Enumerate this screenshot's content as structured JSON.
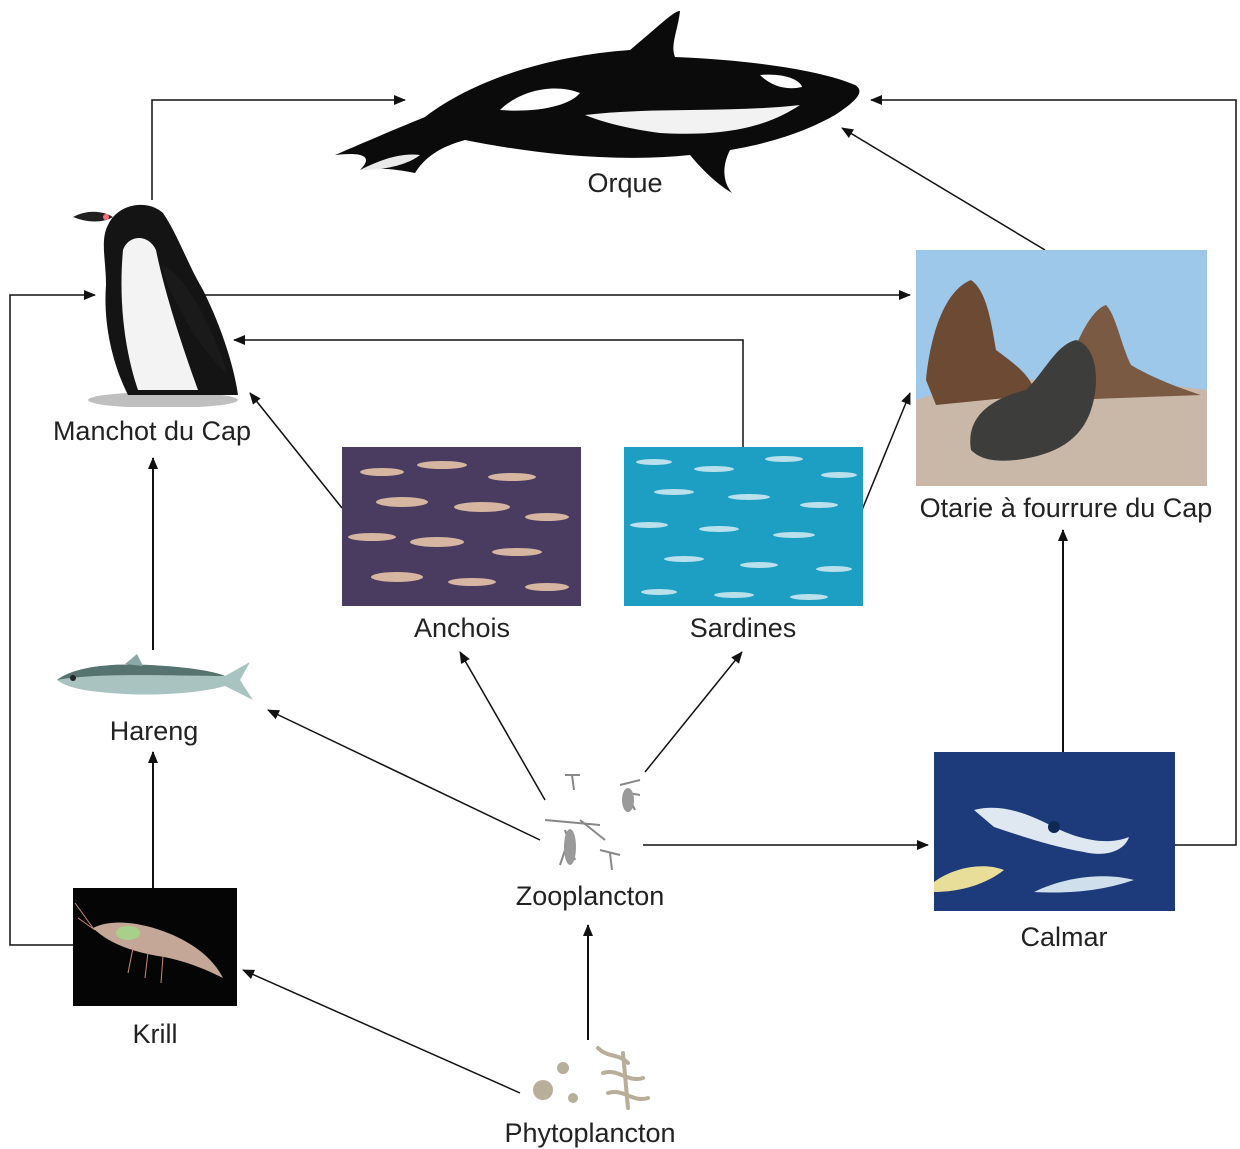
{
  "nodes": {
    "orque": "Orque",
    "manchot": "Manchot du Cap",
    "otarie": "Otarie à fourrure du Cap",
    "anchois": "Anchois",
    "sardines": "Sardines",
    "hareng": "Hareng",
    "zooplancton": "Zooplancton",
    "calmar": "Calmar",
    "krill": "Krill",
    "phytoplancton": "Phytoplancton"
  },
  "links": [
    {
      "from": "manchot",
      "to": "orque"
    },
    {
      "from": "manchot",
      "to": "otarie"
    },
    {
      "from": "otarie",
      "to": "orque"
    },
    {
      "from": "calmar",
      "to": "orque"
    },
    {
      "from": "krill",
      "to": "manchot"
    },
    {
      "from": "sardines",
      "to": "manchot"
    },
    {
      "from": "anchois",
      "to": "manchot"
    },
    {
      "from": "sardines",
      "to": "otarie"
    },
    {
      "from": "hareng",
      "to": "manchot"
    },
    {
      "from": "calmar",
      "to": "otarie"
    },
    {
      "from": "zooplancton",
      "to": "hareng"
    },
    {
      "from": "zooplancton",
      "to": "anchois"
    },
    {
      "from": "zooplancton",
      "to": "sardines"
    },
    {
      "from": "zooplancton",
      "to": "calmar"
    },
    {
      "from": "krill",
      "to": "hareng"
    },
    {
      "from": "phytoplancton",
      "to": "krill"
    },
    {
      "from": "phytoplancton",
      "to": "zooplancton"
    }
  ],
  "colors": {
    "arrow": "#111111",
    "label": "#222222",
    "anchovy_water": "#4a3c60",
    "sardine_water": "#1d9fc4",
    "seal_sky": "#9ec8ea",
    "squid_water": "#1d3a7a",
    "krill_background": "#050505"
  }
}
